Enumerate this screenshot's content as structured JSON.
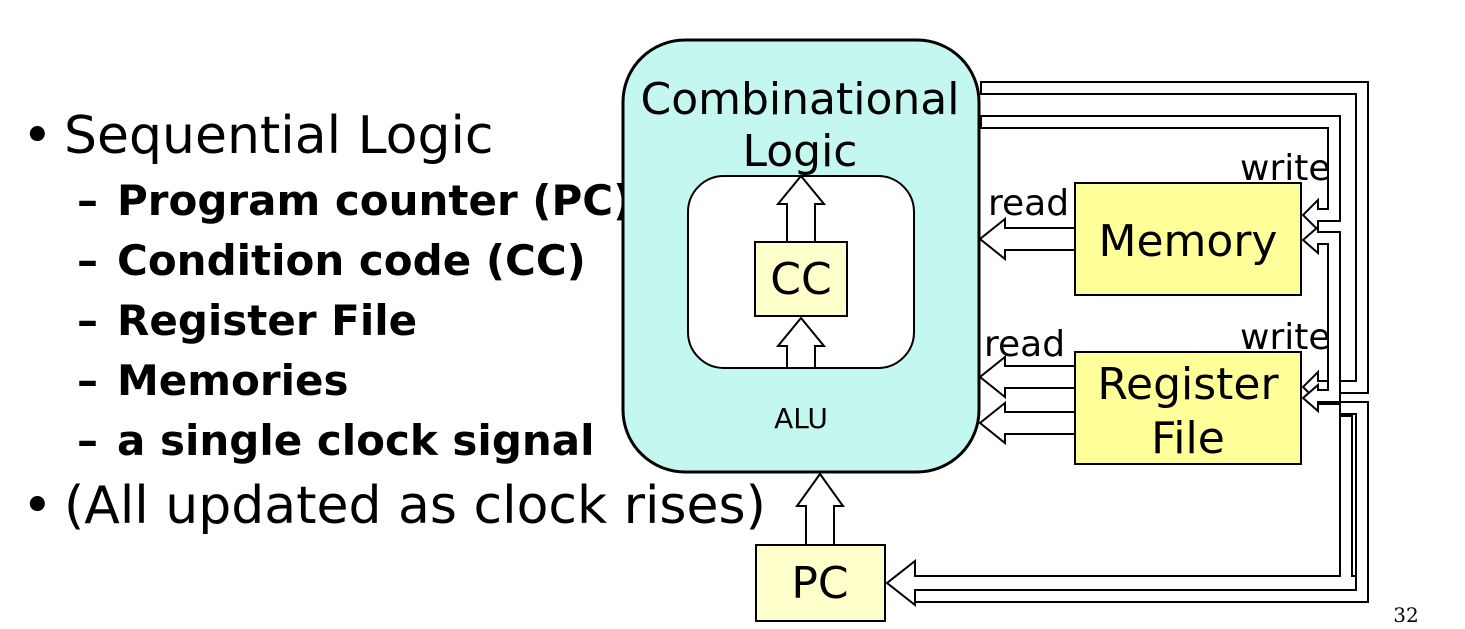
{
  "bullets": {
    "main1": "Sequential Logic",
    "sub": [
      "Program counter (PC)",
      "Condition code (CC)",
      "Register File",
      "Memories",
      "a single clock signal"
    ],
    "main2": "(All updated as clock rises)"
  },
  "diagram": {
    "comb_logic_line1": "Combinational",
    "comb_logic_line2": "Logic",
    "cc_label": "CC",
    "alu_label": "ALU",
    "memory_label": "Memory",
    "regfile_line1": "Register",
    "regfile_line2": "File",
    "pc_label": "PC",
    "read_label": "read",
    "write_label": "write"
  },
  "colors": {
    "comb_logic_fill": "#c4f7ef",
    "storage_fill": "#ffff99",
    "cc_pc_fill": "#ffffcc"
  },
  "page_number": "32"
}
